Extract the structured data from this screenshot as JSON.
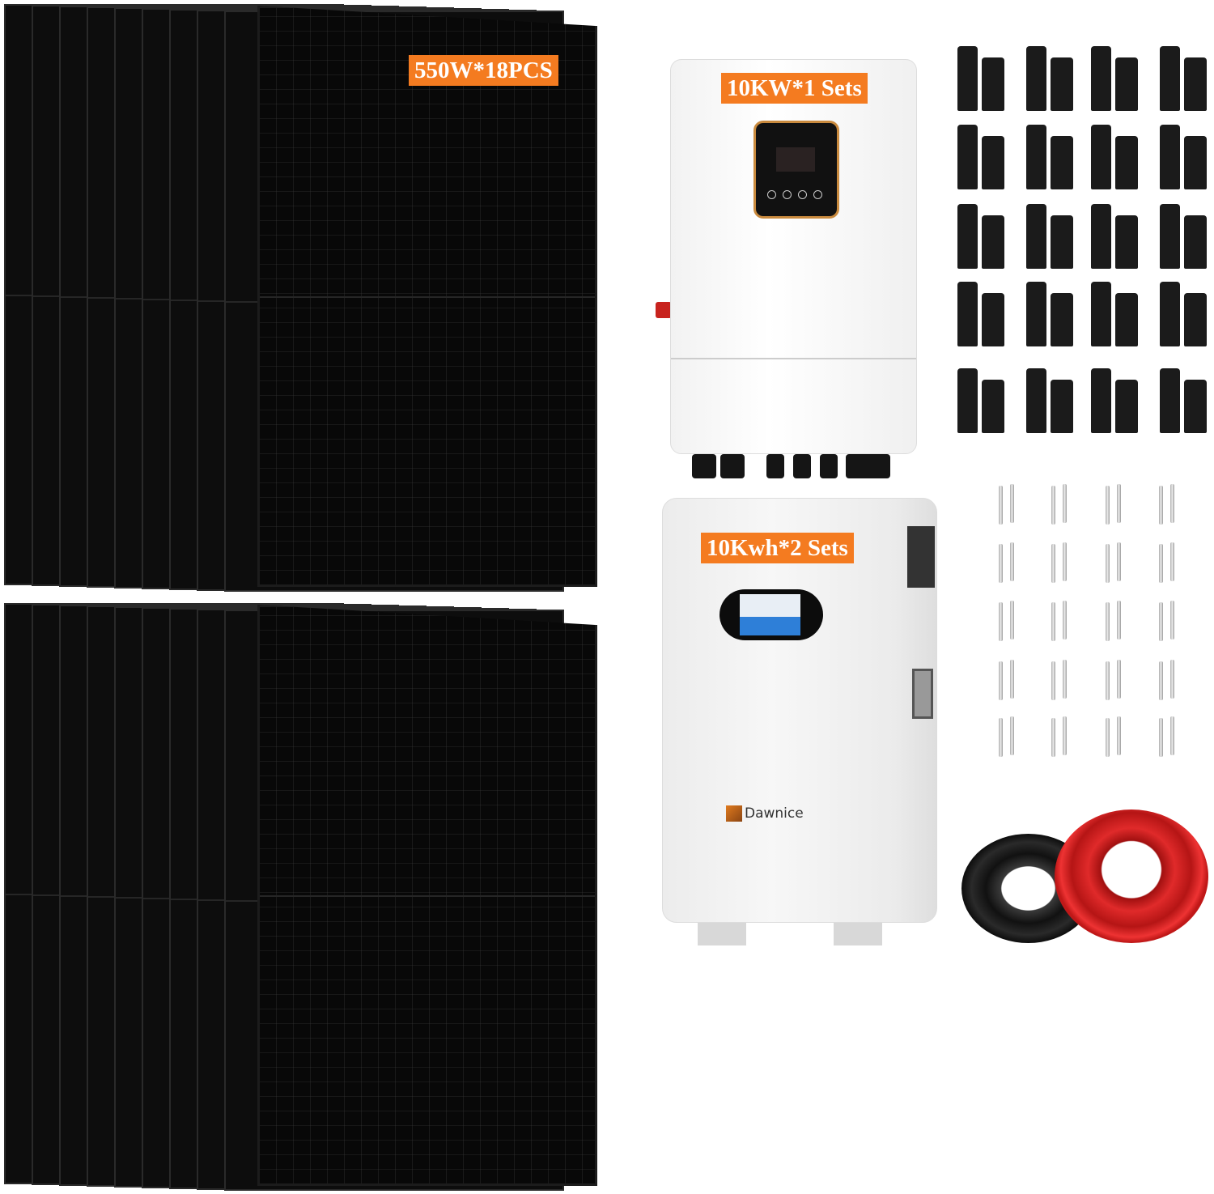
{
  "labels": {
    "panels": "550W*18PCS",
    "inverter": "10KW*1 Sets",
    "battery": "10Kwh*2 Sets"
  },
  "brand": "Dawnice",
  "colors": {
    "label_bg": "#f47b20",
    "label_text": "#ffffff",
    "red_cable": "#d42020",
    "black_cable": "#1a1a1a"
  }
}
